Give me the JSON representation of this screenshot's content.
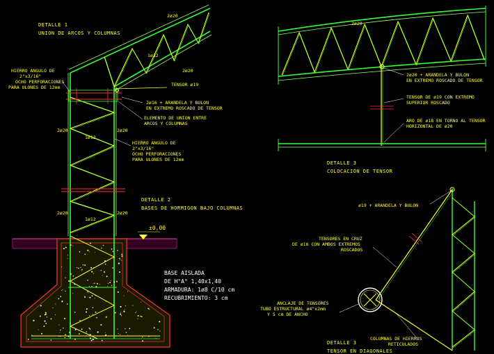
{
  "detail1": {
    "title": "DETALLE 1",
    "subtitle": "UNION DE ARCOS Y COLUMNAS",
    "hierro_left": [
      "HIERRO ANGULO DE",
      "2\"x3/16\"",
      "OCHO PERFORACIONES",
      "PARA ULONES DE 12mm"
    ],
    "tensor_label": "TENSOR ø19",
    "bulon_note": [
      "2ø16 + ARANDELA Y BULON",
      "EN EXTREMO ROSCADO DE TENSOR"
    ],
    "elemento_note": [
      "ELEMENTO DE UNION ENTRE",
      "ARCOS Y COLUMNAS"
    ],
    "hierro_right": [
      "HIERRO ANGULO DE",
      "2\"x3/16\"",
      "OCHO PERFORACIONES",
      "PARA ULONES DE 12mm"
    ],
    "dims": {
      "top_2o20": "2ø20",
      "arc_1o12": "1ø12",
      "arc_bottom_2o20": "2ø20",
      "col_left_2o20": "2ø20",
      "col_right_2o20": "2ø20",
      "col_1o12": "1ø12",
      "col_lower_2o20_l": "2ø20",
      "col_lower_2o20_r": "2ø20",
      "col_lower_1o12": "1ø12"
    }
  },
  "detail2": {
    "title": "DETALLE 2",
    "subtitle": "BASES DE HORMIGON BAJO COLUMNAS",
    "level": "±0,00",
    "base_lines": [
      "BASE AISLADA",
      "DE H°A° 1,40x1,40",
      "ARMADURA: 1ø8 C/10 cm",
      "RECUBRIMIENTO: 3 cm"
    ]
  },
  "detail3": {
    "title": "DETALLE 3",
    "subtitle": "COLOCACION DE TENSOR",
    "top_2o20": "2ø20",
    "bulon_note": [
      "2ø20 + ARANDELA Y BULON",
      "EN EXTREMO ROSCADO DE TENSOR"
    ],
    "tensor_note": [
      "TENSOR DE ø19 CON EXTREMO",
      "SUPERIOR ROSCADO"
    ],
    "aro_note": [
      "ARO DE ø18 EN TORNO AL TENSOR",
      "HORIZONTAL DE ø20"
    ]
  },
  "detail4": {
    "title": "DETALLE 3",
    "subtitle": "TENSOR EN DIAGONALES",
    "bulon_note": "ø19 + ARANDELA Y BULON",
    "tensores_note": [
      "TENSORES EN CRUZ",
      "DE ø16 CON AMBOS EXTREMOS",
      "ROSCADOS"
    ],
    "anclaje_note": [
      "ANCLAJE DE TENSORES",
      "TUBO ESTRUCTURAL ø4\"x2mm",
      "Y 5 cm DE ANCHO"
    ],
    "columnas_note": [
      "COLUMNAS DE HIERROS",
      "RETICULADOS"
    ]
  },
  "colors": {
    "background": "#000000",
    "steel": "#33ff33",
    "steel_light": "#99ff66",
    "rod": "#ffff33",
    "concrete": "#ff3333",
    "ground": "#cc3399",
    "text": "#ffffff",
    "title": "#ffff33"
  }
}
